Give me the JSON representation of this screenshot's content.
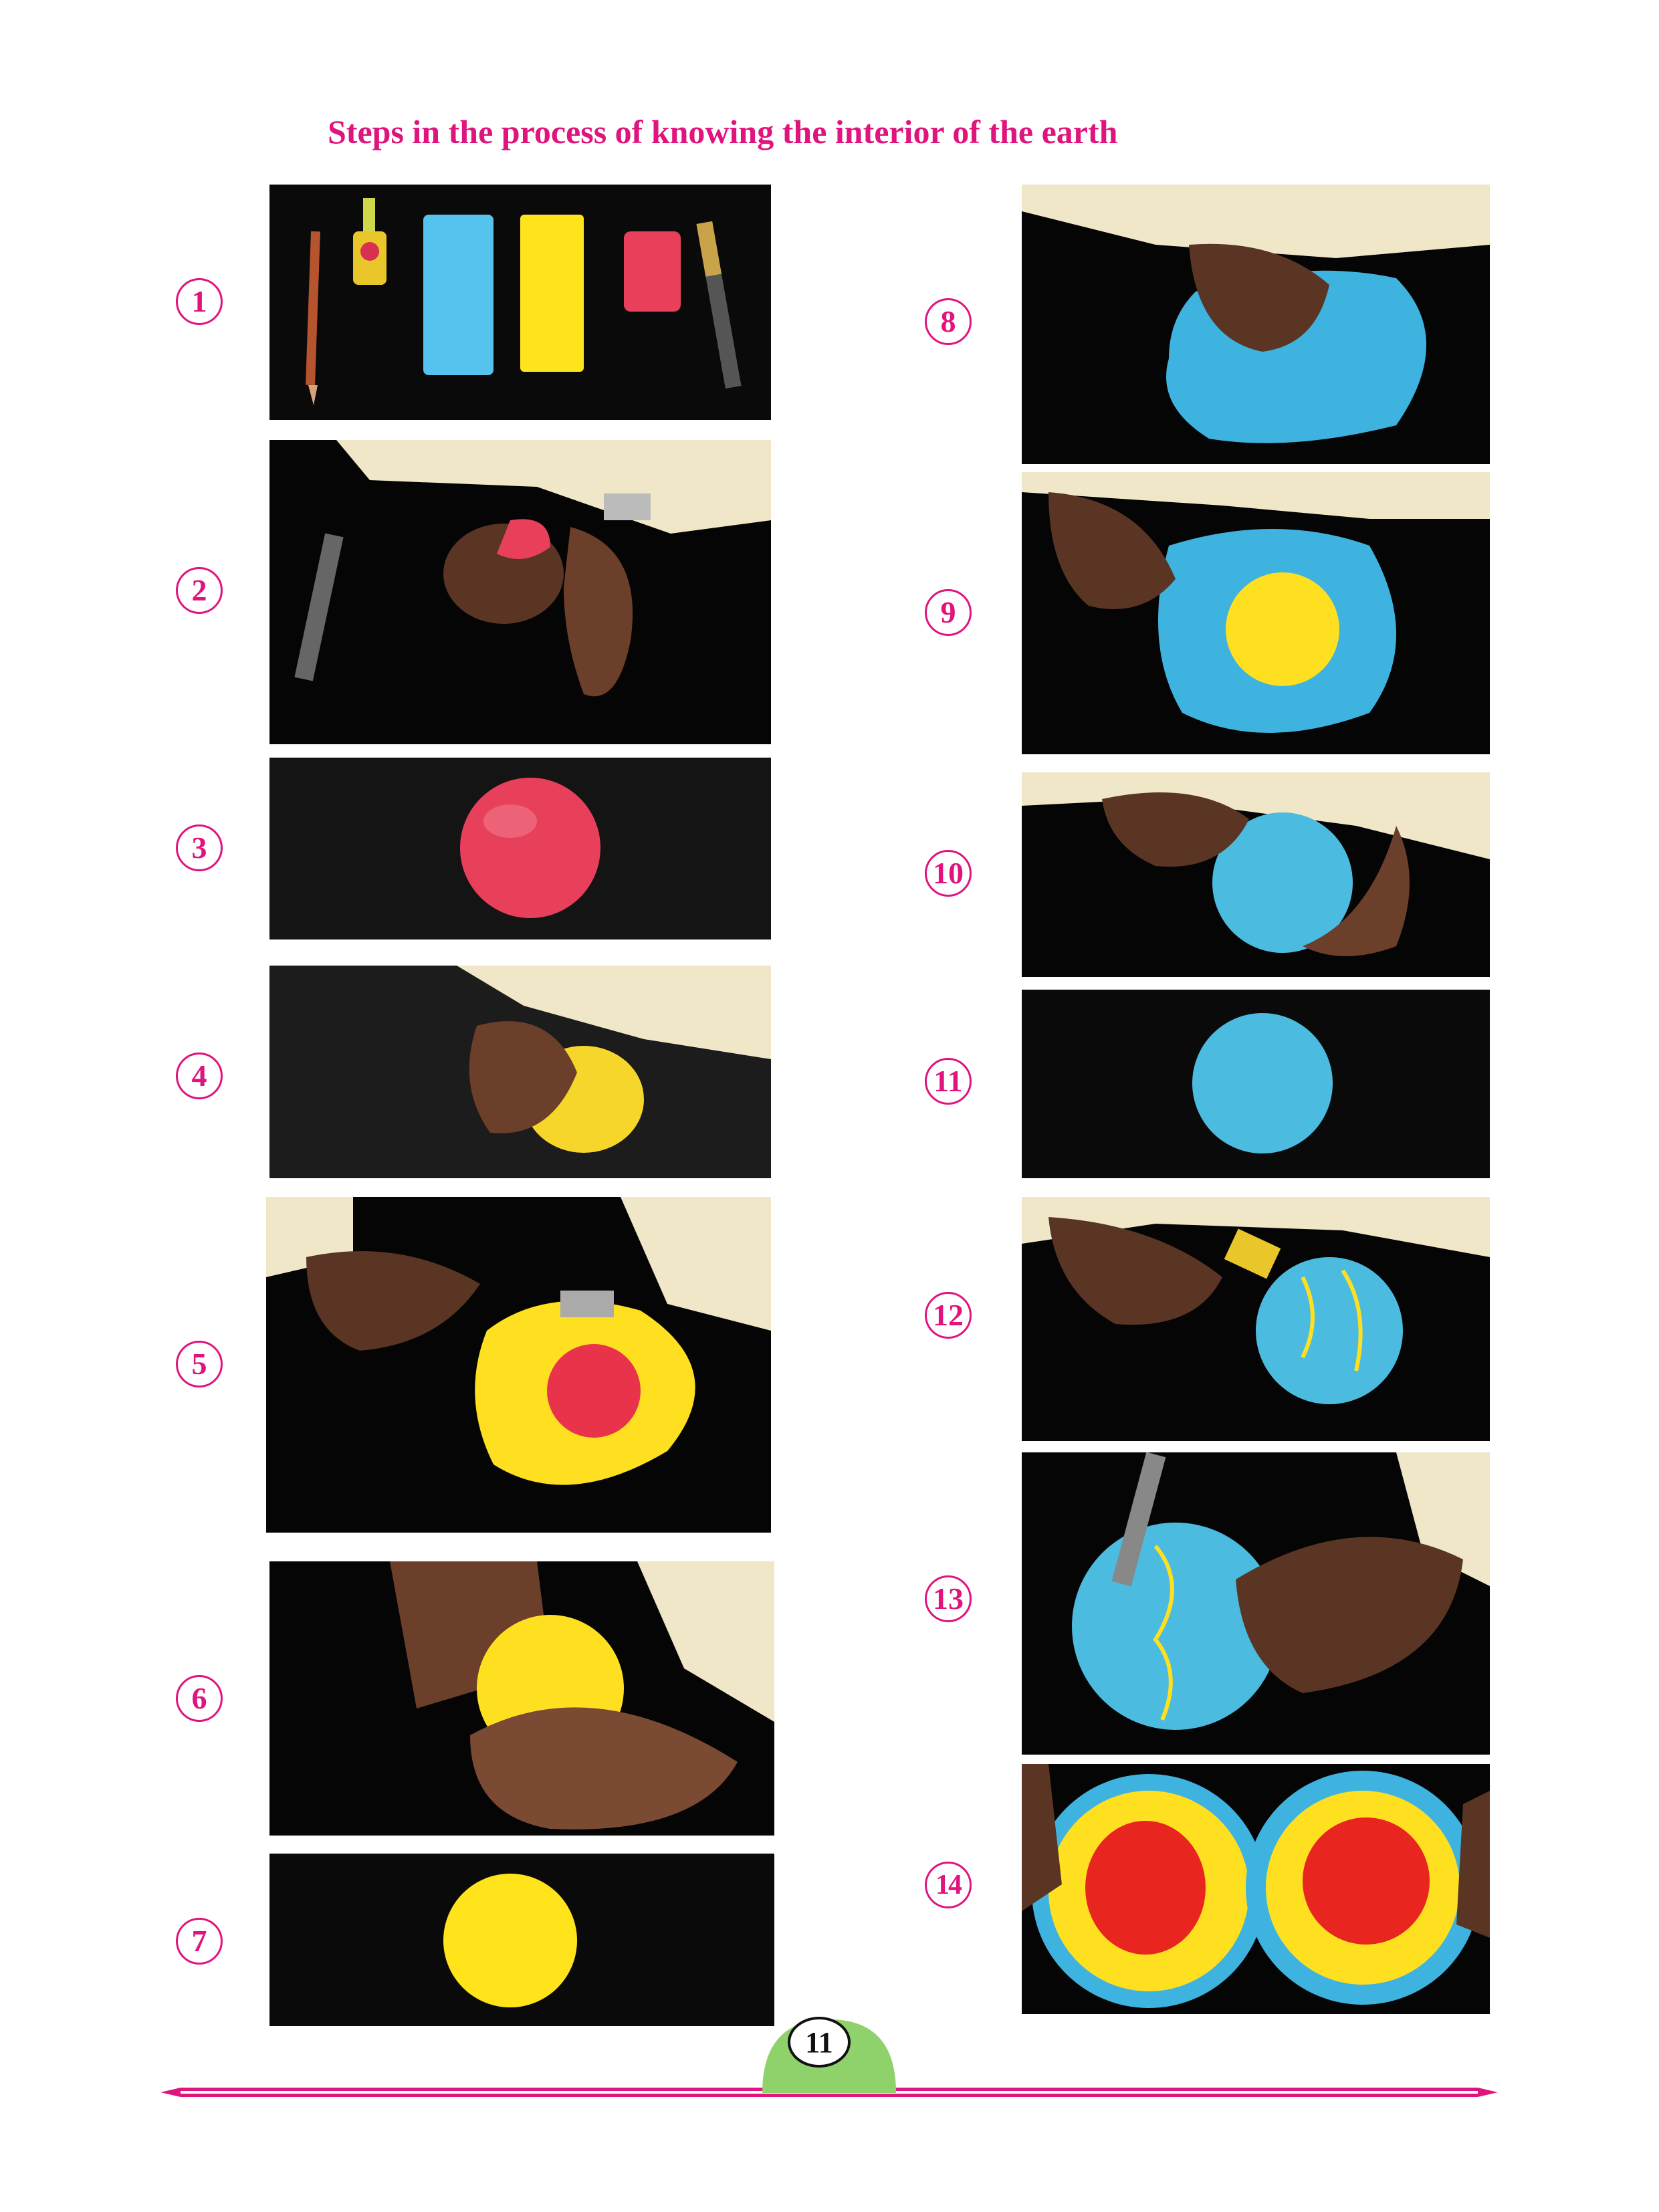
{
  "title": "Steps in the process of knowing the interior of the earth",
  "steps": [
    {
      "label": "1"
    },
    {
      "label": "2"
    },
    {
      "label": "3"
    },
    {
      "label": "4"
    },
    {
      "label": "5"
    },
    {
      "label": "6"
    },
    {
      "label": "7"
    },
    {
      "label": "8"
    },
    {
      "label": "9"
    },
    {
      "label": "10"
    },
    {
      "label": "11"
    },
    {
      "label": "12"
    },
    {
      "label": "13"
    },
    {
      "label": "14"
    }
  ],
  "page_number": "11",
  "colors": {
    "accent": "#e0147d",
    "clay_red": "#e8334a",
    "clay_yellow": "#ffe020",
    "clay_blue": "#3fb3e0",
    "skin": "#5a3524",
    "shirt": "#efe7c8",
    "footer_green": "#8fd16a"
  }
}
